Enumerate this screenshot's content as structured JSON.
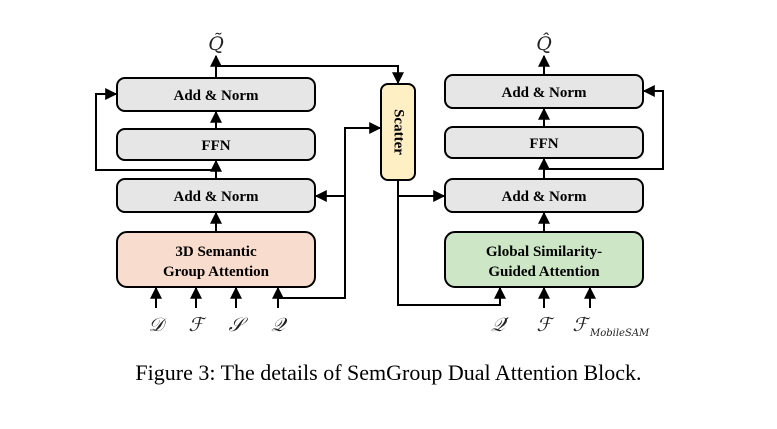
{
  "caption": "Figure 3: The details of SemGroup Dual Attention Block.",
  "colors": {
    "gray_box": "#e6e6e6",
    "semantic_attention": "#f8dccd",
    "similarity_attention": "#cde6c6",
    "scatter": "#ffefc4",
    "stroke": "#000000"
  },
  "left_block": {
    "output_symbol": "Q̃",
    "add_norm_top": "Add & Norm",
    "ffn": "FFN",
    "add_norm_bottom": "Add & Norm",
    "attention_line1": "3D Semantic",
    "attention_line2": "Group Attention",
    "inputs": [
      "𝒟",
      "ℱ",
      "𝒮",
      "𝒬"
    ]
  },
  "scatter": "Scatter",
  "right_block": {
    "output_symbol": "Q̂",
    "add_norm_top": "Add & Norm",
    "ffn": "FFN",
    "add_norm_bottom": "Add & Norm",
    "attention_line1": "Global Similarity-",
    "attention_line2": "Guided Attention",
    "inputs": [
      "𝒬′",
      "ℱ",
      "ℱ"
    ],
    "input_subscript": "MobileSAM"
  }
}
